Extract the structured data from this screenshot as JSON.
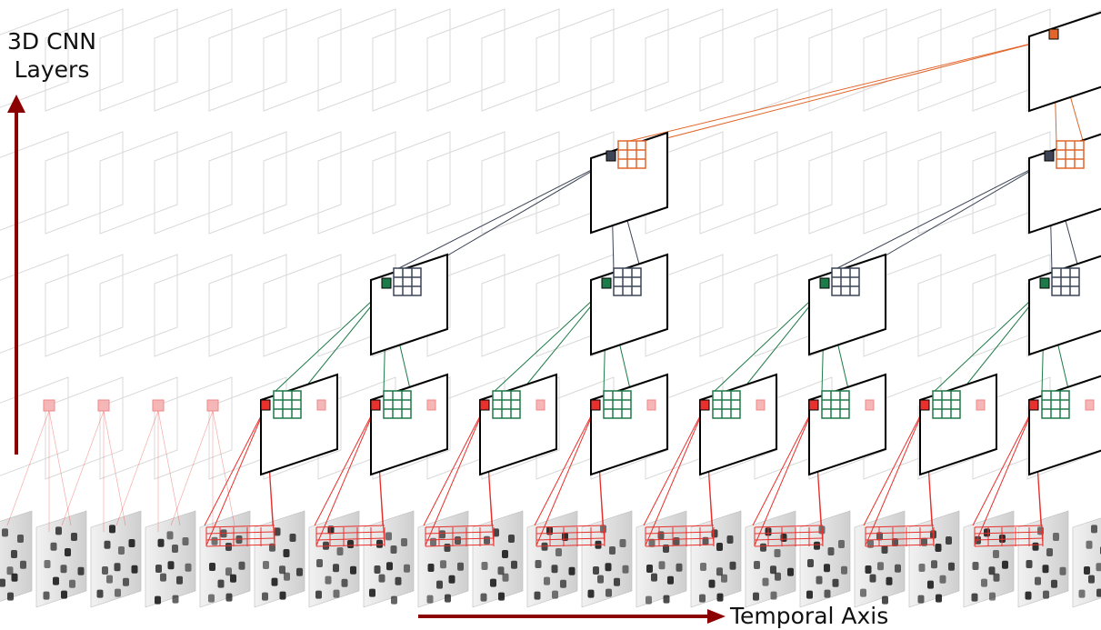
{
  "labels": {
    "y_axis_line1": "3D CNN",
    "y_axis_line2": "Layers",
    "x_axis": "Temporal Axis"
  },
  "colors": {
    "background_grid": "#d9d9d9",
    "frame_border": "#000000",
    "input_kernel": "#e8302c",
    "layer1_kernel": "#1e7a48",
    "layer2_kernel": "#3c4455",
    "layer3_kernel": "#e2662c",
    "axis_arrow": "#8b0000"
  },
  "icons": {
    "y_arrow": "arrow-up-icon",
    "x_arrow": "arrow-right-icon"
  }
}
